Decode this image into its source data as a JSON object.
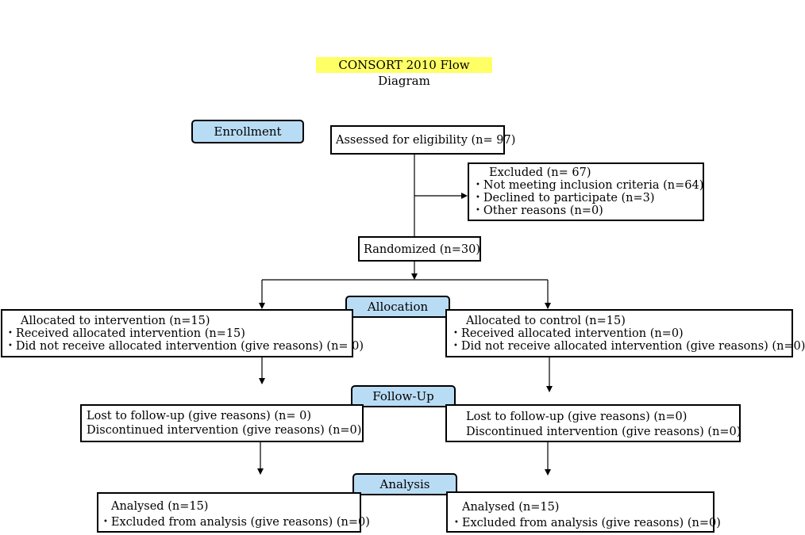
{
  "title": "CONSORT 2010 Flow Diagram",
  "stages": {
    "enrollment": "Enrollment",
    "allocation": "Allocation",
    "follow_up": "Follow-Up",
    "analysis": "Analysis"
  },
  "assessed": "Assessed for eligibility (n= 97)",
  "excluded": {
    "heading": "Excluded (n= 67)",
    "items": [
      "Not meeting inclusion criteria (n=64)",
      "Declined to participate (n=3)",
      "Other reasons (n=0)"
    ]
  },
  "randomized": "Randomized (n=30)",
  "intervention": {
    "allocated": "Allocated to intervention (n=15)",
    "received": "Received allocated intervention (n=15)",
    "not_received": "Did not receive allocated intervention (give reasons) (n= 0)",
    "lost": "Lost to follow-up (give reasons) (n= 0)",
    "discontinued": "Discontinued intervention (give reasons) (n=0)",
    "analysed": "Analysed (n=15)",
    "excluded_analysis": "Excluded from analysis (give reasons) (n=0)"
  },
  "control": {
    "allocated": "Allocated to control (n=15)",
    "received": "Received allocated intervention (n=0)",
    "not_received": "Did not receive allocated intervention (give reasons) (n=0)",
    "lost": "Lost to follow-up (give reasons) (n=0)",
    "discontinued": "Discontinued intervention (give reasons) (n=0)",
    "analysed": "Analysed (n=15)",
    "excluded_analysis": "Excluded from analysis (give reasons) (n=0)"
  }
}
